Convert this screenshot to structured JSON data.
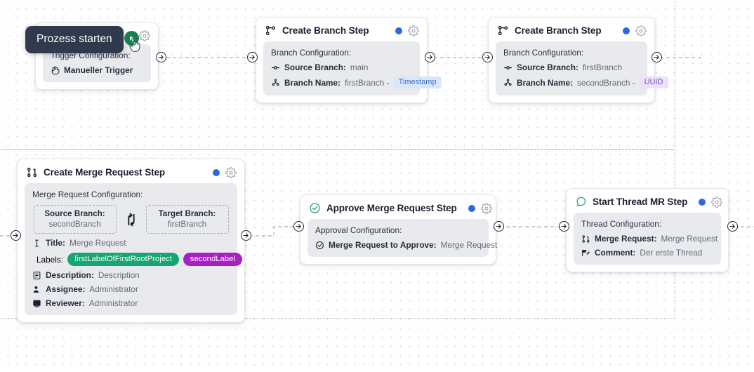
{
  "canvas": {
    "background": "#ffffff",
    "dot_color": "#d6d8dc",
    "accent_blue": "#2d68e0"
  },
  "tooltip": {
    "text": "Prozess starten"
  },
  "nodes": {
    "trigger": {
      "config_title": "Trigger Configuration:",
      "trigger_label": "Manueller Trigger",
      "icons": {
        "start": "play-icon",
        "gear": "gear-icon",
        "trigger": "hand-pointer-icon"
      }
    },
    "branch1": {
      "title": "Create Branch Step",
      "config_title": "Branch Configuration:",
      "source_label": "Source Branch:",
      "source_value": "main",
      "name_label": "Branch Name:",
      "name_value": "firstBranch -",
      "name_badge": "Timestamp",
      "badge_color": "#d9e6fb"
    },
    "branch2": {
      "title": "Create Branch Step",
      "config_title": "Branch Configuration:",
      "source_label": "Source Branch:",
      "source_value": "firstBranch",
      "name_label": "Branch Name:",
      "name_value": "secondBranch -",
      "name_badge": "UUID",
      "badge_color": "#ece0fa"
    },
    "merge_request": {
      "title": "Create Merge Request Step",
      "config_title": "Merge Request Configuration:",
      "source_branch_label": "Source Branch:",
      "source_branch_value": "secondBranch",
      "target_branch_label": "Target Branch:",
      "target_branch_value": "firstBranch",
      "title_label": "Title:",
      "title_value": "Merge Request",
      "labels_label": "Labels:",
      "label_1": "firstLabelOfFirstRootProject",
      "label_1_color": "#17a673",
      "label_2": "secondLabel",
      "label_2_color": "#a720c4",
      "description_label": "Description:",
      "description_value": "Description",
      "assignee_label": "Assignee:",
      "assignee_value": "Administrator",
      "reviewer_label": "Reviewer:",
      "reviewer_value": "Administrator"
    },
    "approve": {
      "title": "Approve Merge Request Step",
      "config_title": "Approval Configuration:",
      "mr_label": "Merge Request to Approve:",
      "mr_value": "Merge Request"
    },
    "thread": {
      "title": "Start Thread MR Step",
      "config_title": "Thread Configuration:",
      "mr_label": "Merge Request:",
      "mr_value": "Merge Request",
      "comment_label": "Comment:",
      "comment_value": "Der erste Thread"
    }
  }
}
